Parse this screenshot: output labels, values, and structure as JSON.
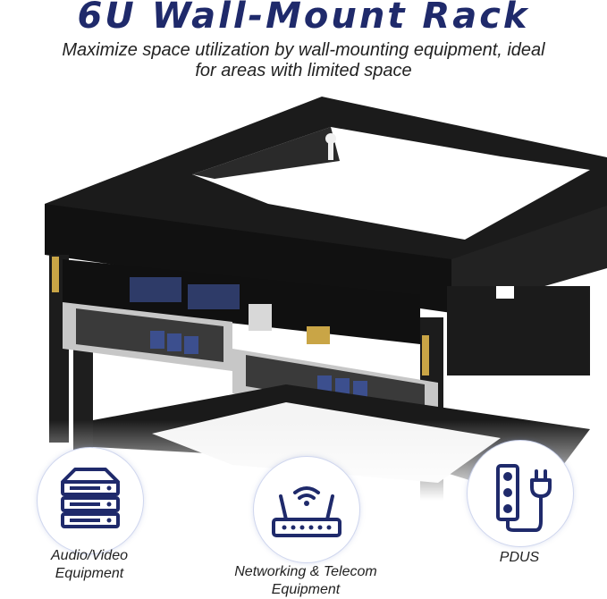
{
  "header": {
    "title": "6U Wall-Mount Rack",
    "subtitle_line1": "Maximize space utilization by wall-mounting equipment, ideal",
    "subtitle_line2": "for areas with limited space"
  },
  "features": [
    {
      "label_line1": "Audio/Video",
      "label_line2": "Equipment",
      "icon": "server-stack-icon"
    },
    {
      "label_line1": "Networking & Telecom",
      "label_line2": "Equipment",
      "icon": "wifi-router-icon"
    },
    {
      "label_line1": "PDUS",
      "label_line2": "",
      "icon": "power-strip-icon"
    }
  ],
  "colors": {
    "title": "#1f2a6b",
    "icon": "#1f2a6b",
    "rack": "#1a1a1a"
  }
}
